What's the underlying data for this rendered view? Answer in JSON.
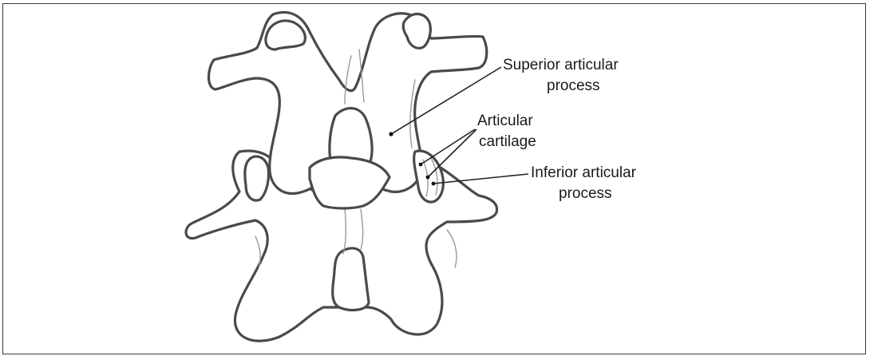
{
  "labels": {
    "superior": [
      "Superior articular",
      "process"
    ],
    "cartilage": [
      "Articular",
      "cartilage"
    ],
    "inferior": [
      "Inferior articular",
      "process"
    ]
  }
}
